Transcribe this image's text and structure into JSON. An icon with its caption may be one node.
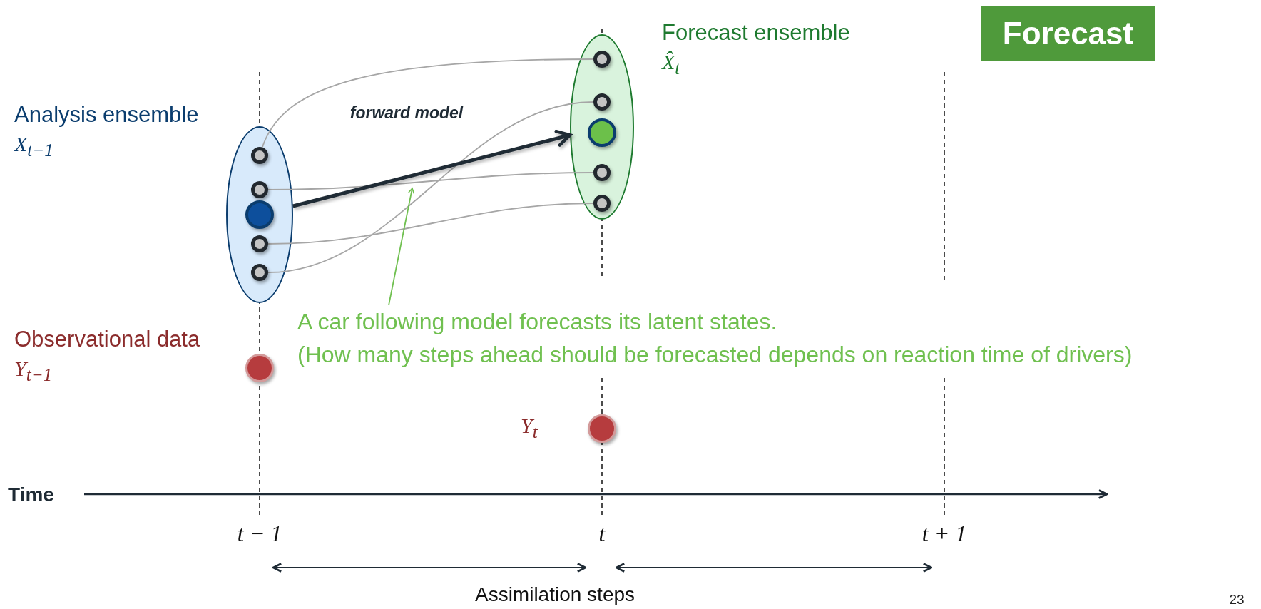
{
  "diagram": {
    "nodes": [
      {
        "text": [],
        "shape": "ellipse",
        "beside": [
          "Analysis ensemble",
          "X$_{t−1}$"
        ]
      },
      {
        "text": [],
        "shape": "circle",
        "in": 0
      },
      {
        "text": [],
        "shape": "circle",
        "in": 0
      },
      {
        "text": [],
        "shape": "circle",
        "in": 0
      },
      {
        "text": [],
        "shape": "circle",
        "in": 0
      },
      {
        "text": [],
        "shape": "circle",
        "in": 0
      },
      {
        "text": [],
        "shape": "ellipse",
        "beside": [
          "Forecast ensemble",
          "X̂$_{t}$"
        ]
      },
      {
        "text": [],
        "shape": "circle",
        "in": 6
      },
      {
        "text": [],
        "shape": "circle",
        "in": 6
      },
      {
        "text": [],
        "shape": "circle",
        "in": 6
      },
      {
        "text": [],
        "shape": "circle",
        "in": 6
      },
      {
        "text": [],
        "shape": "circle",
        "in": 6
      },
      {
        "text": [],
        "shape": "circle",
        "beside": [
          "Observational data",
          "Y$_{t−1}$"
        ]
      },
      {
        "text": [],
        "shape": "circle",
        "beside": [
          "Y$_{t}$"
        ]
      },
      {
        "text": [
          "A car following model forecasts its latent states.",
          "(How many steps ahead should be forecasted depends on reaction time of drivers)"
        ]
      },
      {
        "text": [
          "Forecast"
        ]
      }
    ],
    "edges": [
      {
        "from": 1,
        "to": 7,
        "arrow": "none"
      },
      {
        "from": 2,
        "to": 10,
        "arrow": "none"
      },
      {
        "from": 4,
        "to": 11,
        "arrow": "none"
      },
      {
        "from": 5,
        "to": 8,
        "arrow": "none"
      },
      {
        "from": 0,
        "to": 6,
        "arrow": "to",
        "label": "forward model",
        "style": "thick",
        "color": "#1f2b35"
      },
      {
        "from": 14,
        "to": null,
        "arrow": "to",
        "color": "#70c050"
      }
    ],
    "labels": [
      "Time",
      "t − 1",
      "t",
      "t + 1",
      "Assimilation steps",
      "23"
    ]
  }
}
